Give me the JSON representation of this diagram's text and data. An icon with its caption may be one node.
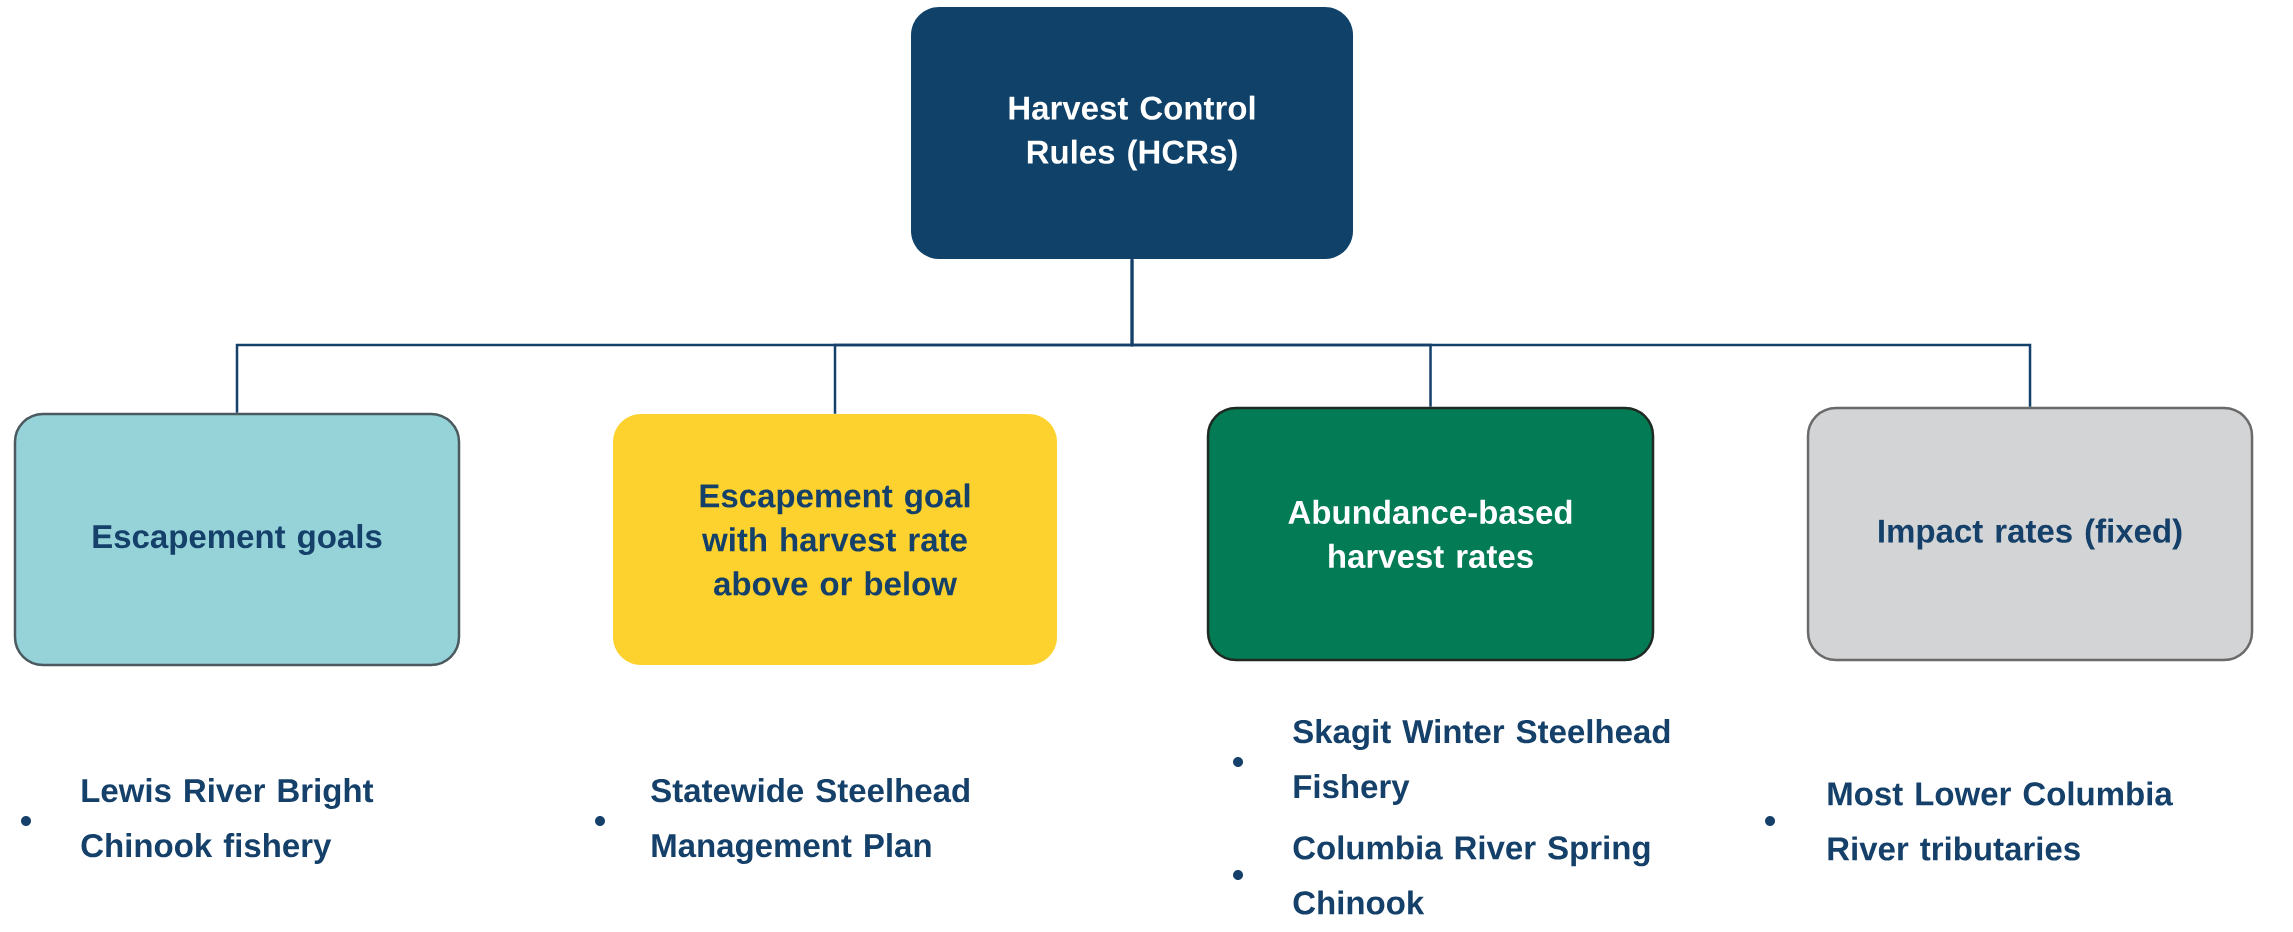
{
  "diagram": {
    "nodes": [
      {
        "text": [
          "Harvest Control Rules (HCRs)"
        ]
      },
      {
        "text": [
          "Escapement goals"
        ],
        "beside": [
          "Lewis River Bright Chinook fishery"
        ]
      },
      {
        "text": [
          "Escapement goal with harvest rate above or below"
        ],
        "beside": [
          "Statewide Steelhead Management Plan"
        ]
      },
      {
        "text": [
          "Abundance-based harvest rates"
        ],
        "beside": [
          "Skagit Winter Steelhead Fishery",
          "Columbia River Spring Chinook"
        ]
      },
      {
        "text": [
          "Impact rates (fixed)"
        ],
        "beside": [
          "Most Lower Columbia River tributaries"
        ]
      }
    ],
    "edges": [
      {
        "from": 0,
        "to": 1,
        "arrow": "none"
      },
      {
        "from": 0,
        "to": 2,
        "arrow": "none"
      },
      {
        "from": 0,
        "to": 3,
        "arrow": "none"
      },
      {
        "from": 0,
        "to": 4,
        "arrow": "none"
      }
    ]
  }
}
